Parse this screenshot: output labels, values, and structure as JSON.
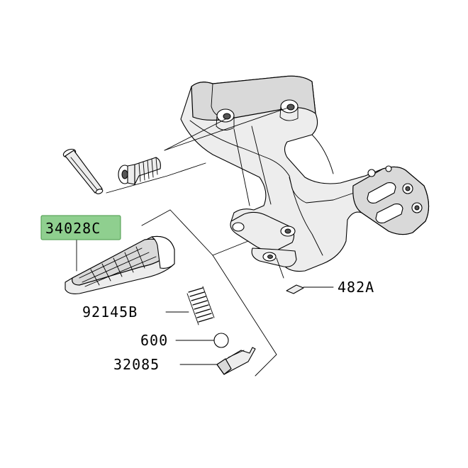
{
  "diagram": {
    "parts": [
      {
        "id": "p34028c",
        "number": "34028C",
        "highlighted": true
      },
      {
        "id": "p482a",
        "number": "482A",
        "highlighted": false
      },
      {
        "id": "p92145b",
        "number": "92145B",
        "highlighted": false
      },
      {
        "id": "p600",
        "number": "600",
        "highlighted": false
      },
      {
        "id": "p32085",
        "number": "32085",
        "highlighted": false
      }
    ],
    "colors": {
      "highlight_fill": "#8fcf8f",
      "highlight_border": "#4a9a4a",
      "line": "#000000",
      "shade": "#d9d9d9",
      "background": "#ffffff"
    }
  }
}
